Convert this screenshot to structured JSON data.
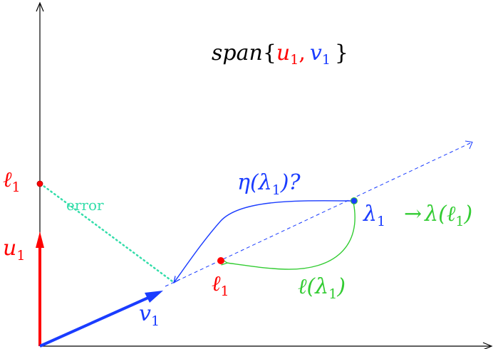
{
  "title": {
    "prefix": "span",
    "open_brace": "{",
    "u": "u",
    "u_sub": "1",
    "comma": ",",
    "v": "v",
    "v_sub": "1",
    "close_brace": "}"
  },
  "labels": {
    "ell_axis": {
      "main": "ℓ",
      "sub": "1"
    },
    "u_axis": {
      "main": "u",
      "sub": "1"
    },
    "v_vector": {
      "main": "v",
      "sub": "1"
    },
    "ell_point": {
      "main": "ℓ",
      "sub": "1"
    },
    "lambda_point": {
      "main": "λ",
      "sub": "1"
    },
    "error": "error",
    "eta": {
      "open": "η(",
      "main": "λ",
      "sub": "1",
      "close": ")?"
    },
    "ell_of_lambda": {
      "open": "ℓ(",
      "main": "λ",
      "sub": "1",
      "close": ")"
    },
    "arrow_lambda_ell": {
      "arrow": "→",
      "open": "λ(",
      "main": "ℓ",
      "sub": "1",
      "close": ")"
    }
  },
  "colors": {
    "axis": "#000000",
    "u": "#ff0000",
    "v": "#1a3cff",
    "green": "#33cc33",
    "error": "#33ddaa"
  }
}
